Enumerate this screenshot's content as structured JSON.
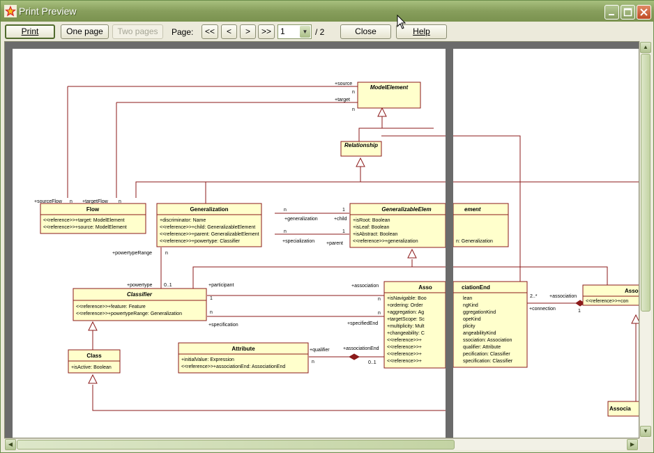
{
  "window": {
    "title": "Print Preview"
  },
  "toolbar": {
    "print_label": "Print",
    "one_page_label": "One page",
    "two_pages_label": "Two pages",
    "page_label": "Page:",
    "first_label": "<<",
    "prev_label": "<",
    "next_label": ">",
    "last_label": ">>",
    "current_page": "1",
    "total_pages": "/ 2",
    "close_label": "Close",
    "help_label": "Help"
  },
  "diagram": {
    "classes": {
      "model_element": "ModelElement",
      "relationship": "Relationship",
      "flow": "Flow",
      "flow_attrs": [
        "<<reference>>+target: ModelElement",
        "<<reference>>+source: ModelElement"
      ],
      "generalization": "Generalization",
      "generalization_attrs": [
        "+discriminator: Name",
        "<<reference>>+child: GeneralizableElement",
        "<<reference>>+parent: GeneralizableElement",
        "<<reference>>+powertype: Classifier"
      ],
      "generalizable_element": "GeneralizableElem",
      "generalizable_element_attrs": [
        "+isRoot: Boolean",
        "+isLeaf: Boolean",
        "+isAbstract: Boolean",
        "<<reference>>+generalization"
      ],
      "classifier": "Classifier",
      "classifier_attrs": [
        "<<reference>>+feature: Feature",
        "<<reference>>+powertypeRange: Generalization"
      ],
      "class": "Class",
      "class_attrs": [
        "+isActive: Boolean"
      ],
      "attribute": "Attribute",
      "attribute_attrs": [
        "+initialValue: Expression",
        "<<reference>>+associationEnd: AssociationEnd"
      ],
      "association": "Asso",
      "association_attrs": [
        "+isNavigable: Boo",
        "+ordering: Order",
        "+aggregation: Ag",
        "+targetScope: Sc",
        "+multiplicity: Mult",
        "+changeability: C",
        "<<reference>>+",
        "<<reference>>+",
        "<<reference>>+",
        "<<reference>>+"
      ],
      "p2_element": "ement",
      "p2_element_attr": "n: Generalization",
      "p2_association_end": "ciationEnd",
      "p2_association_end_attrs": [
        "lean",
        "ngKind",
        "ggregationKind",
        "opeKind",
        "plicity",
        "angeabilityKind",
        "ssociation: Association",
        "qualifier: Attribute",
        "pecification: Classifier",
        "specification: Classifier"
      ],
      "p2_assoc": "Asso",
      "p2_assoc_attr": "<<reference>>+con",
      "p2_associa": "Associa"
    },
    "labels": {
      "source": "+source",
      "target": "+target",
      "n1": "n",
      "n2": "n",
      "source_flow": "+sourceFlow",
      "source_flow_n": "n",
      "target_flow": "+targetFlow",
      "target_flow_n": "n",
      "gen_n1": "n",
      "gen_one1": "1",
      "generalization_role": "+generalization",
      "child_role": "+child",
      "gen_n2": "n",
      "gen_one2": "1",
      "specialization_role": "+specialization",
      "parent_role": "+parent",
      "powertype_range": "+powertypeRange",
      "pr_n": "n",
      "powertype": "+powertype",
      "powertype_mult": "0..1",
      "participant": "+participant",
      "association_role": "+association",
      "cl_one": "1",
      "as_n1": "n",
      "cl_n": "n",
      "as_n2": "n",
      "specification": "+specification",
      "specified_end": "+specifiedEnd",
      "qualifier": "+qualifier",
      "association_end": "+associationEnd",
      "at_n": "n",
      "qual_mult": "0..1",
      "p2_two": "2..*",
      "p2_association": "+association",
      "p2_connection": "+connection",
      "p2_one": "1"
    }
  }
}
